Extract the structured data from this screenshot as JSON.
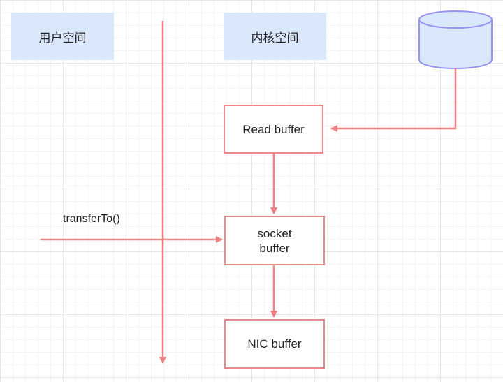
{
  "regions": {
    "user_space": "用户空间",
    "kernel_space": "内核空间"
  },
  "nodes": {
    "read_buffer": "Read buffer",
    "socket_buffer_line1": "socket",
    "socket_buffer_line2": "buffer",
    "nic_buffer": "NIC buffer"
  },
  "edges": {
    "transfer_call": "transferTo()"
  },
  "colors": {
    "arrow": "#f08080",
    "node_border": "#ea8a8d",
    "region_fill": "#dae8fc",
    "disk_fill": "#dae8fc",
    "disk_stroke": "#9a94f0"
  }
}
